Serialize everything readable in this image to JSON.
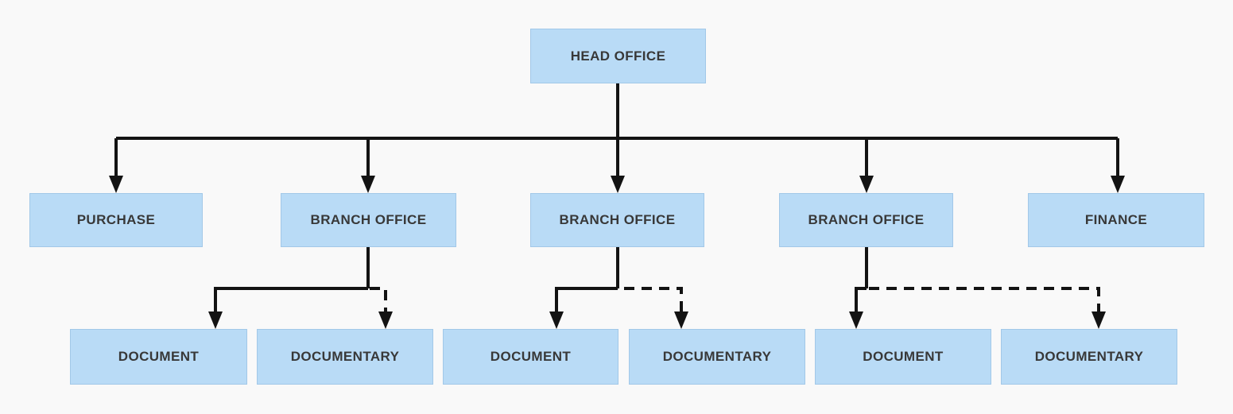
{
  "diagram": {
    "type": "org-chart",
    "colors": {
      "background": "#f9f9f9",
      "node_fill": "#b9dbf6",
      "node_text": "#383838",
      "connector": "#131313"
    },
    "nodes": {
      "head_office": {
        "label": "HEAD OFFICE",
        "level": 1
      },
      "purchase": {
        "label": "PURCHASE",
        "level": 2
      },
      "branch_office_1": {
        "label": "BRANCH OFFICE",
        "level": 2
      },
      "branch_office_2": {
        "label": "BRANCH OFFICE",
        "level": 2
      },
      "branch_office_3": {
        "label": "BRANCH OFFICE",
        "level": 2
      },
      "finance": {
        "label": "FINANCE",
        "level": 2
      },
      "document_1": {
        "label": "DOCUMENT",
        "level": 3
      },
      "documentary_1": {
        "label": "DOCUMENTARY",
        "level": 3
      },
      "document_2": {
        "label": "DOCUMENT",
        "level": 3
      },
      "documentary_2": {
        "label": "DOCUMENTARY",
        "level": 3
      },
      "document_3": {
        "label": "DOCUMENT",
        "level": 3
      },
      "documentary_3": {
        "label": "DOCUMENTARY",
        "level": 3
      }
    },
    "edges": [
      {
        "from": "head_office",
        "to": "purchase",
        "style": "solid-arrow"
      },
      {
        "from": "head_office",
        "to": "branch_office_1",
        "style": "solid-arrow"
      },
      {
        "from": "head_office",
        "to": "branch_office_2",
        "style": "solid-arrow"
      },
      {
        "from": "head_office",
        "to": "branch_office_3",
        "style": "solid-arrow"
      },
      {
        "from": "head_office",
        "to": "finance",
        "style": "solid-arrow"
      },
      {
        "from": "branch_office_1",
        "to": "document_1",
        "style": "solid-arrow"
      },
      {
        "from": "branch_office_1",
        "to": "documentary_1",
        "style": "dashed-arrow"
      },
      {
        "from": "branch_office_2",
        "to": "document_2",
        "style": "solid-arrow"
      },
      {
        "from": "branch_office_2",
        "to": "documentary_2",
        "style": "dashed-arrow"
      },
      {
        "from": "branch_office_3",
        "to": "document_3",
        "style": "solid-arrow"
      },
      {
        "from": "branch_office_3",
        "to": "documentary_3",
        "style": "dashed-arrow"
      }
    ]
  }
}
